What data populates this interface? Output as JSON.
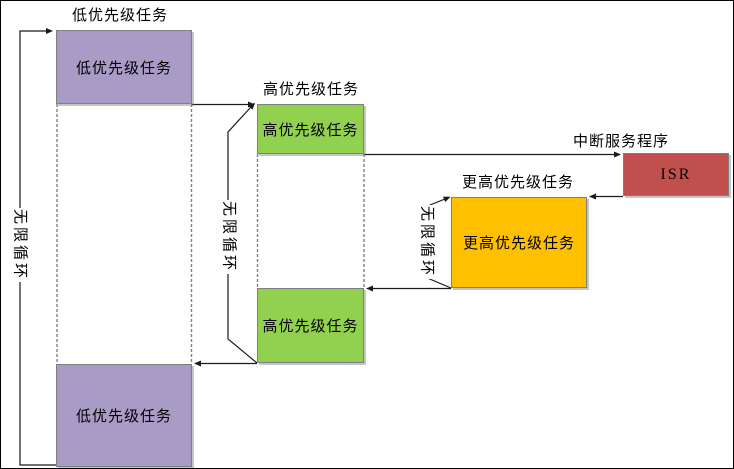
{
  "diagram": {
    "boxes": {
      "low_top": {
        "label": "低优先级任务"
      },
      "high_top": {
        "label": "高优先级任务"
      },
      "isr": {
        "label": "ISR"
      },
      "higher": {
        "label": "更高优先级任务"
      },
      "high_bot": {
        "label": "高优先级任务"
      },
      "low_bot": {
        "label": "低优先级任务"
      }
    },
    "captions": {
      "low_task": "低优先级任务",
      "high_task": "高优先级任务",
      "isr_routine": "中断服务程序",
      "higher_task": "更高优先级任务"
    },
    "loop_labels": {
      "left": "无限循环",
      "middle": "无限循环",
      "right": "无限循环"
    },
    "colors": {
      "low_priority_fill": "#a89bc5",
      "high_priority_fill": "#92d050",
      "higher_priority_fill": "#ffc000",
      "isr_fill": "#c0504d",
      "box_border": "#7f7f7f",
      "dashed_line": "#808080",
      "connector_line": "#1a1a1a"
    }
  }
}
